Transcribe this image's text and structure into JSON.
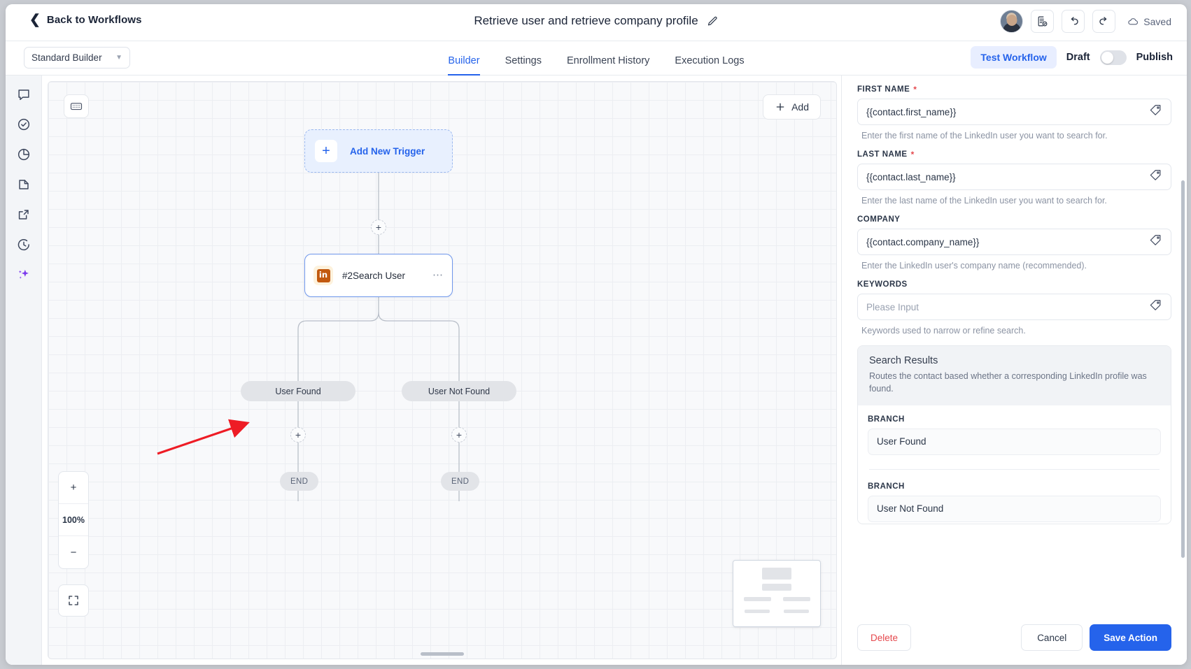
{
  "topbar": {
    "back_label": "Back to Workflows",
    "workflow_title": "Retrieve user and retrieve company profile",
    "edit_icon": "pencil-icon",
    "saved_label": "Saved",
    "undo_icon": "undo-icon",
    "redo_icon": "redo-icon",
    "report_icon": "document-check-icon",
    "avatar": "user-avatar"
  },
  "subbar": {
    "builder_select": "Standard Builder",
    "tabs": [
      {
        "label": "Builder",
        "active": true
      },
      {
        "label": "Settings",
        "active": false
      },
      {
        "label": "Enrollment History",
        "active": false
      },
      {
        "label": "Execution Logs",
        "active": false
      }
    ],
    "test_workflow": "Test Workflow",
    "draft_label": "Draft",
    "publish_label": "Publish",
    "toggle_state": "off"
  },
  "sidebar": {
    "items": [
      {
        "icon": "chat-icon",
        "name": "chat"
      },
      {
        "icon": "check-circle-icon",
        "name": "tasks"
      },
      {
        "icon": "pie-chart-icon",
        "name": "analytics"
      },
      {
        "icon": "document-icon",
        "name": "documents"
      },
      {
        "icon": "external-link-icon",
        "name": "external"
      },
      {
        "icon": "clock-history-icon",
        "name": "history"
      },
      {
        "icon": "sparkle-icon",
        "name": "ai-assistant",
        "color": "#7c3aed"
      }
    ]
  },
  "canvas": {
    "keyboard_button": "keyboard-icon",
    "add_button": "Add",
    "zoom_level": "100%",
    "zoom_in": "+",
    "zoom_out": "−",
    "fit_icon": "fit-screen-icon",
    "nodes": {
      "trigger": {
        "label": "Add New Trigger",
        "type": "add-trigger"
      },
      "action": {
        "label": "#2Search User",
        "icon": "linkedin-icon",
        "menu": "···"
      },
      "branches": [
        "User Found",
        "User Not Found"
      ],
      "end_label": "END"
    },
    "annotation": {
      "type": "red-arrow",
      "color": "#ee1c25"
    }
  },
  "panel": {
    "fields": [
      {
        "label": "FIRST NAME",
        "required": true,
        "value": "{{contact.first_name}}",
        "placeholder": "Please Input",
        "helper": "Enter the first name of the LinkedIn user you want to search for."
      },
      {
        "label": "LAST NAME",
        "required": true,
        "value": "{{contact.last_name}}",
        "placeholder": "Please Input",
        "helper": "Enter the last name of the LinkedIn user you want to search for."
      },
      {
        "label": "COMPANY",
        "required": false,
        "value": "{{contact.company_name}}",
        "placeholder": "Please Input",
        "helper": "Enter the LinkedIn user's company name (recommended)."
      },
      {
        "label": "KEYWORDS",
        "required": false,
        "value": "",
        "placeholder": "Please Input",
        "helper": "Keywords used to narrow or refine search."
      }
    ],
    "results": {
      "title": "Search Results",
      "description": "Routes the contact based whether a corresponding LinkedIn profile was found.",
      "branches": [
        {
          "label": "BRANCH",
          "value": "User Found"
        },
        {
          "label": "BRANCH",
          "value": "User Not Found"
        }
      ]
    },
    "footer": {
      "delete": "Delete",
      "cancel": "Cancel",
      "save": "Save Action"
    }
  },
  "colors": {
    "accent": "#2563eb",
    "danger": "#e5484d",
    "linkedin": "#c2590f",
    "sparkle": "#7c3aed",
    "annotation": "#ee1c25"
  }
}
